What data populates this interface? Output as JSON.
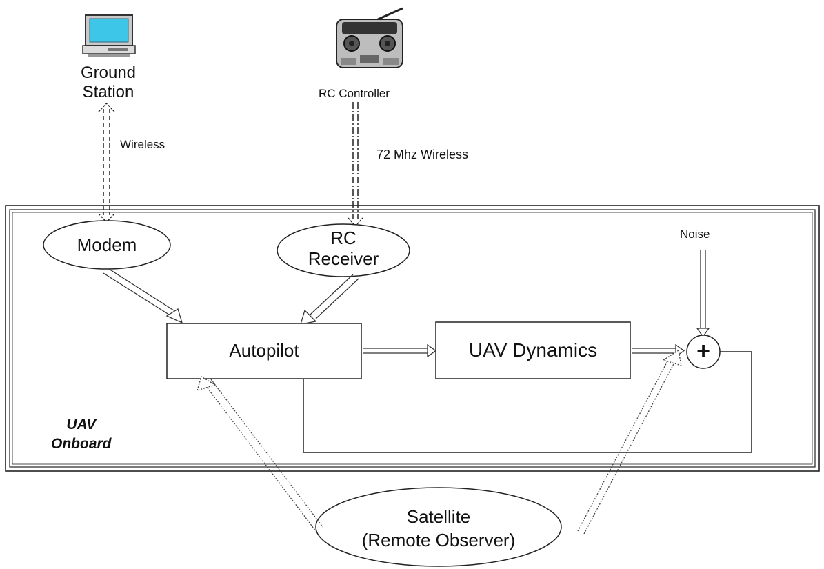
{
  "ground_station": {
    "line1": "Ground",
    "line2": "Station",
    "icon": "computer-icon"
  },
  "rc_controller": {
    "label": "RC Controller",
    "icon": "remote-controller-icon"
  },
  "links": {
    "wireless": "Wireless",
    "rc_wireless": "72 Mhz Wireless"
  },
  "boundary": {
    "line1": "UAV",
    "line2": "Onboard"
  },
  "nodes": {
    "modem": "Modem",
    "rc_receiver_line1": "RC",
    "rc_receiver_line2": "Receiver",
    "autopilot": "Autopilot",
    "uav_dynamics": "UAV Dynamics",
    "noise": "Noise",
    "sum_symbol": "+",
    "satellite_line1": "Satellite",
    "satellite_line2": "(Remote Observer)"
  }
}
